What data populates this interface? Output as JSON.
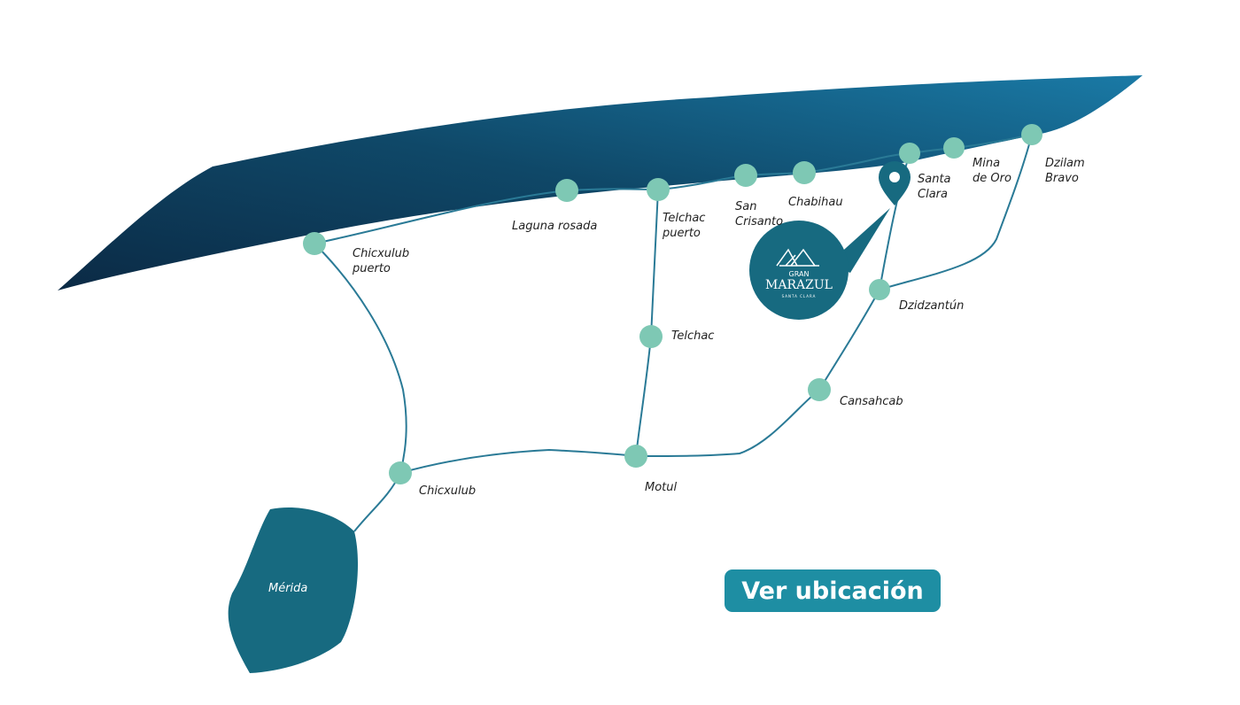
{
  "map": {
    "city": "Mérida",
    "towns": [
      {
        "id": "chicxulub-puerto",
        "label": "Chicxulub\npuerto"
      },
      {
        "id": "laguna-rosada",
        "label": "Laguna rosada"
      },
      {
        "id": "telchac-puerto",
        "label": "Telchac\npuerto"
      },
      {
        "id": "san-crisanto",
        "label": "San\nCrisanto"
      },
      {
        "id": "chabihau",
        "label": "Chabihau"
      },
      {
        "id": "santa-clara",
        "label": "Santa\nClara"
      },
      {
        "id": "mina-de-oro",
        "label": "Mina\nde Oro"
      },
      {
        "id": "dzilam-bravo",
        "label": "Dzilam\nBravo"
      },
      {
        "id": "dzidzantun",
        "label": "Dzidzantún"
      },
      {
        "id": "telchac",
        "label": "Telchac"
      },
      {
        "id": "cansahcab",
        "label": "Cansahcab"
      },
      {
        "id": "motul",
        "label": "Motul"
      },
      {
        "id": "chicxulub",
        "label": "Chicxulub"
      }
    ],
    "colors": {
      "node": "#7ec8b4",
      "road": "#2a7a96",
      "city": "#176a80",
      "sea": "#0e3f5c",
      "button": "#1e8ea3"
    }
  },
  "logo": {
    "line1": "GRAN",
    "line2": "MARAZUL",
    "line3": "SANTA CLARA"
  },
  "button": {
    "label": "Ver ubicación"
  }
}
